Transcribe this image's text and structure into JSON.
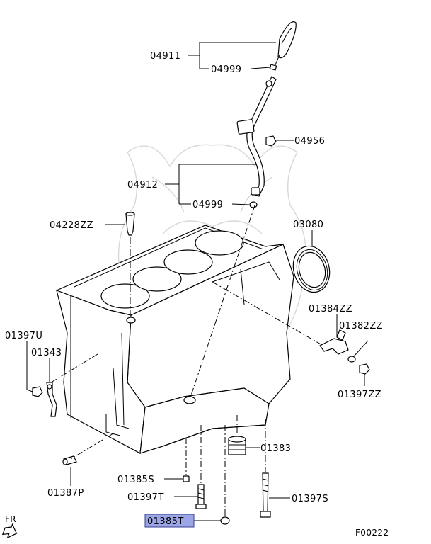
{
  "diagram": {
    "labels": {
      "p04911": "04911",
      "p04999_top": "04999",
      "p04956": "04956",
      "p04912": "04912",
      "p04999_mid": "04999",
      "p04228zz": "04228ZZ",
      "p03080": "03080",
      "p01384zz": "01384ZZ",
      "p01382zz": "01382ZZ",
      "p01397u": "01397U",
      "p01343": "01343",
      "p01397zz": "01397ZZ",
      "p01383": "01383",
      "p01385s": "01385S",
      "p01387p": "01387P",
      "p01397t": "01397T",
      "p01397s": "01397S",
      "p01385t": "01385T"
    },
    "highlighted_part": "01385T",
    "front_indicator": "FR",
    "figure_code": "F00222"
  }
}
